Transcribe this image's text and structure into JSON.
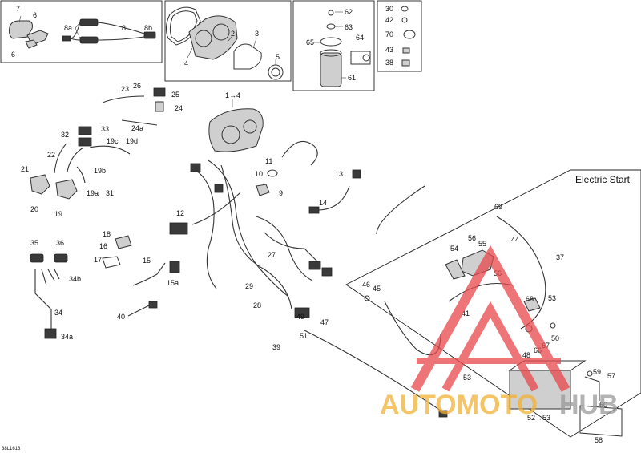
{
  "header": {
    "electric_start_title": "Electric Start",
    "doc_code": "38L1613"
  },
  "watermark": {
    "brand_prefix": "AUTOMOTO",
    "brand_suffix": "HUB",
    "colors": {
      "orange": "#f2b134",
      "red": "#e8474a",
      "grey": "#9a9a9a"
    }
  },
  "callouts": {
    "c7": "7",
    "c6a": "6",
    "c6b": "6",
    "c8a": "8a",
    "c8": "8",
    "c8b": "8b",
    "c2": "2",
    "c3": "3",
    "c4": "4",
    "c5": "5",
    "c62": "62",
    "c63": "63",
    "c65": "65",
    "c64": "64",
    "c61": "61",
    "c30": "30",
    "c42": "42",
    "c70": "70",
    "c43": "43",
    "c38": "38",
    "c1to4": "1→4",
    "c23": "23",
    "c26": "26",
    "c25": "25",
    "c24": "24",
    "c24a": "24a",
    "c32": "32",
    "c33": "33",
    "c22": "22",
    "c19c": "19c",
    "c19d": "19d",
    "c19b": "19b",
    "c19a": "19a",
    "c31": "31",
    "c21": "21",
    "c20": "20",
    "c19": "19",
    "c11": "11",
    "c10": "10",
    "c9": "9",
    "c13": "13",
    "c14": "14",
    "c12": "12",
    "c18": "18",
    "c16": "16",
    "c17": "17",
    "c15": "15",
    "c15a": "15a",
    "c35": "35",
    "c36": "36",
    "c34b": "34b",
    "c34": "34",
    "c34a": "34a",
    "c40": "40",
    "c27": "27",
    "c29": "29",
    "c28": "28",
    "c39": "39",
    "c49": "49",
    "c47": "47",
    "c51": "51",
    "c69": "69",
    "c54": "54",
    "c56a": "56",
    "c55": "55",
    "c44": "44",
    "c37": "37",
    "c56b": "56",
    "c46": "46",
    "c45": "45",
    "c41": "41",
    "c68": "68",
    "c53a": "53",
    "c50": "50",
    "c67": "67",
    "c66": "66",
    "c48": "48",
    "c53b": "53",
    "c59": "59",
    "c57": "57",
    "c60": "60",
    "c52to53": "52→53",
    "c58": "58"
  }
}
